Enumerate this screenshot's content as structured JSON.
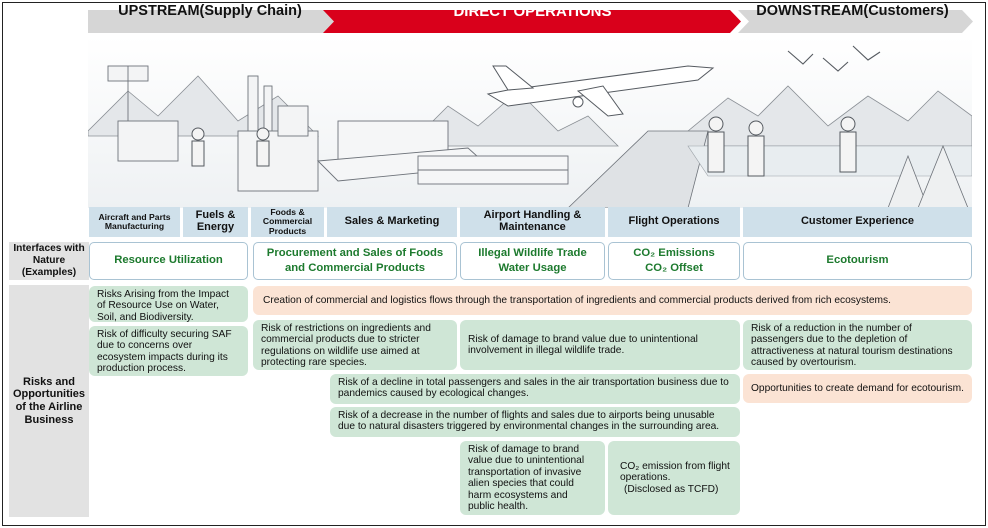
{
  "header": {
    "upstream": "UPSTREAM(Supply Chain)",
    "direct": "DIRECT OPERATIONS",
    "downstream": "DOWNSTREAM(Customers)"
  },
  "stages": [
    "Aircraft and Parts Manufacturing",
    "Fuels & Energy",
    "Foods & Commercial Products",
    "Sales & Marketing",
    "Airport Handling & Maintenance",
    "Flight Operations",
    "Customer Experience"
  ],
  "row_labels": {
    "interfaces": "Interfaces with Nature (Examples)",
    "risks": "Risks and Opportunities of the Airline Business"
  },
  "interfaces": {
    "resource": "Resource Utilization",
    "procurement": "Procurement and Sales of Foods and Commercial Products",
    "wildlife_line1": "Illegal Wildlife Trade",
    "wildlife_line2": "Water Usage",
    "co2_line1": "CO₂ Emissions",
    "co2_line2": "CO₂ Offset",
    "ecotourism": "Ecotourism"
  },
  "risks": {
    "resource_use": "Risks Arising from the Impact of Resource Use on Water, Soil, and Biodiversity.",
    "commercial_flows": "Creation of commercial and logistics flows through the transportation of ingredients and commercial products  derived from rich ecosystems.",
    "saf": "Risk of difficulty securing SAF due to concerns over ecosystem impacts during its production process.",
    "regulations": "Risk of restrictions on ingredients and commercial products due to stricter regulations on wildlife use aimed at protecting rare species.",
    "brand_wildlife": "Risk of damage to brand value due to unintentional involvement in illegal wildlife trade.",
    "overtourism": "Risk of a reduction in the number of passengers due to the depletion of attractiveness at natural tourism destinations caused by overtourism.",
    "pandemics": "Risk of a decline in total passengers and sales in the air transportation business due to pandemics caused by ecological changes.",
    "ecotourism_opp": "Opportunities to create demand for ecotourism.",
    "disasters": "Risk of a decrease in the number of flights and sales due to airports being unusable due to natural disasters triggered by environmental changes in the surrounding area.",
    "invasive": "Risk of damage to brand value due to unintentional transportation of invasive alien species that could harm ecosystems and public health.",
    "co2_line1": "CO₂ emission from flight operations.",
    "co2_line2": "(Disclosed as TCFD)"
  },
  "colors": {
    "direct_red": "#d9001b",
    "arrow_gray": "#d6d6d6",
    "stage_blue": "#cfe0ea",
    "risk_green": "#cfe6d6",
    "opportunity_orange": "#fbe3d4",
    "interface_green_text": "#1d7a2e"
  }
}
